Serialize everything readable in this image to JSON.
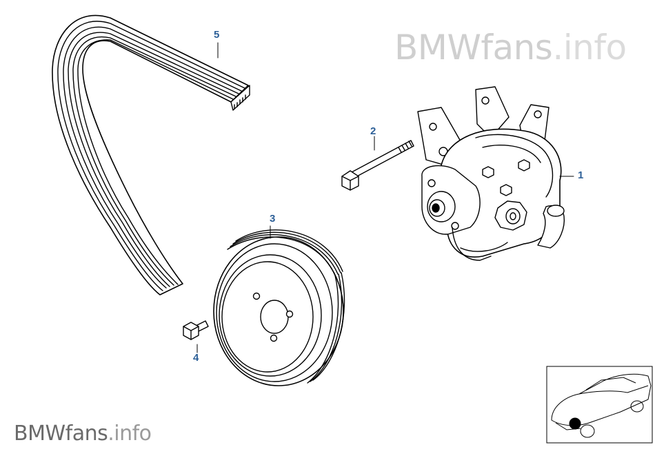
{
  "watermark": {
    "top_brand": "BMWfans",
    "top_suffix": ".info",
    "bottom_brand": "BMWfans",
    "bottom_suffix": ".info"
  },
  "callouts": {
    "part1": "1",
    "part2": "2",
    "part3": "3",
    "part4": "4",
    "part5": "5"
  },
  "colors": {
    "line": "#000000",
    "callout": "#2c5f97",
    "watermark_top": "#cfcfcf",
    "watermark_bottom": "#6a6a6a"
  },
  "parts": [
    {
      "id": "1",
      "icon": "power-steering-pump"
    },
    {
      "id": "2",
      "icon": "bolt"
    },
    {
      "id": "3",
      "icon": "belt-pulley"
    },
    {
      "id": "4",
      "icon": "hex-bolt"
    },
    {
      "id": "5",
      "icon": "ribbed-v-belt"
    }
  ],
  "thumbnail": {
    "icon": "car-location-thumbnail",
    "marker": "front-engine-marker"
  }
}
